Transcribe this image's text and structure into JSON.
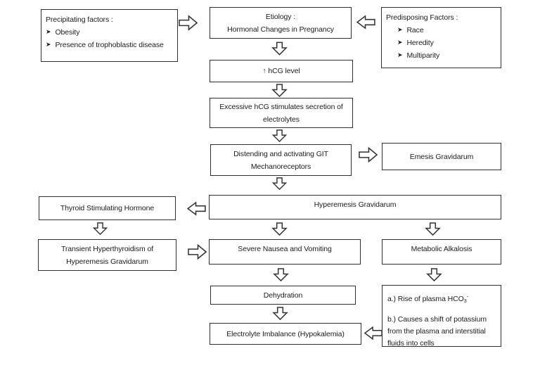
{
  "diagram": {
    "type": "flowchart",
    "topic": "Pathophysiology of Hyperemesis Gravidarum",
    "bullet_glyph": "➤",
    "colors": {
      "background": "#ffffff",
      "box_border": "#2e2e2e",
      "text": "#1b1b1b",
      "arrow_outline": "#333333"
    },
    "boxes": {
      "precipitating": {
        "title": "Precipitating factors :",
        "items": [
          "Obesity",
          "Presence of trophoblastic disease"
        ]
      },
      "etiology": {
        "line1": "Etiology :",
        "line2": "Hormonal Changes in Pregnancy"
      },
      "predisposing": {
        "title": "Predisposing Factors :",
        "items": [
          "Race",
          "Heredity",
          "Multiparity"
        ]
      },
      "hcg": {
        "label": "↑ hCG level"
      },
      "excessive": {
        "line1": "Excessive hCG stimulates secretion of",
        "line2": "electrolytes"
      },
      "distending": {
        "line1": "Distending and activating GIT",
        "line2": "Mechanoreceptors"
      },
      "emesis": {
        "label": "Emesis Gravidarum"
      },
      "hyperemesis": {
        "label": "Hyperemesis Gravidarum"
      },
      "thyroid": {
        "label": "Thyroid Stimulating Hormone"
      },
      "transient": {
        "line1": "Transient Hyperthyroidism of",
        "line2": "Hyperemesis Gravidarum"
      },
      "severe": {
        "label": "Severe Nausea and Vomiting"
      },
      "metabolic": {
        "label": "Metabolic Alkalosis"
      },
      "dehydration": {
        "label": "Dehydration"
      },
      "electrolyte": {
        "label": "Electrolyte Imbalance (Hypokalemia)"
      },
      "ab": {
        "a_prefix": "a.) Rise of plasma HCO",
        "a_sub": "3",
        "a_sup": "-",
        "b_text": "b.) Causes a shift of potassium from the plasma and interstitial fluids into cells"
      }
    }
  }
}
